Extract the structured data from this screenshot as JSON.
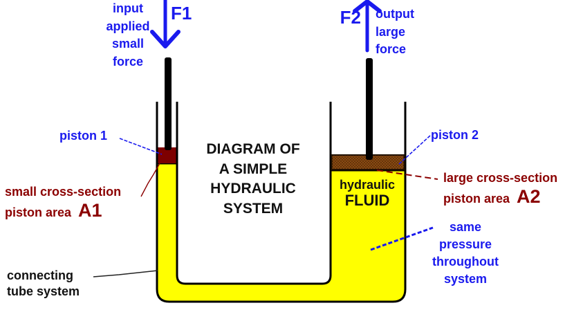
{
  "title": {
    "lines": [
      "DIAGRAM OF",
      "A SIMPLE",
      "HYDRAULIC",
      "SYSTEM"
    ]
  },
  "labels": {
    "input_force": {
      "lines": [
        "input",
        "applied",
        "small",
        "force"
      ]
    },
    "f1": "F1",
    "f2": "F2",
    "output_force": {
      "lines": [
        "output",
        "large",
        "force"
      ]
    },
    "piston1": "piston 1",
    "piston2": "piston 2",
    "small_cross": {
      "line1": "small cross-section",
      "line2": "piston area",
      "area_symbol": "A1"
    },
    "large_cross": {
      "line1": "large cross-section",
      "line2": "piston area",
      "area_symbol": "A2"
    },
    "fluid": {
      "line1": "hydraulic",
      "line2": "FLUID"
    },
    "same_pressure": {
      "lines": [
        "same",
        "pressure",
        "throughout",
        "system"
      ]
    },
    "connecting": {
      "lines": [
        "connecting",
        "tube system"
      ]
    }
  },
  "colors": {
    "arrow_blue": "#1a1aee",
    "label_dark_red": "#8B0000",
    "fluid_yellow": "#FFFF00",
    "piston1_fill": "#7D0000",
    "piston2_fill": "#8a4a12",
    "outline_black": "#000000"
  }
}
